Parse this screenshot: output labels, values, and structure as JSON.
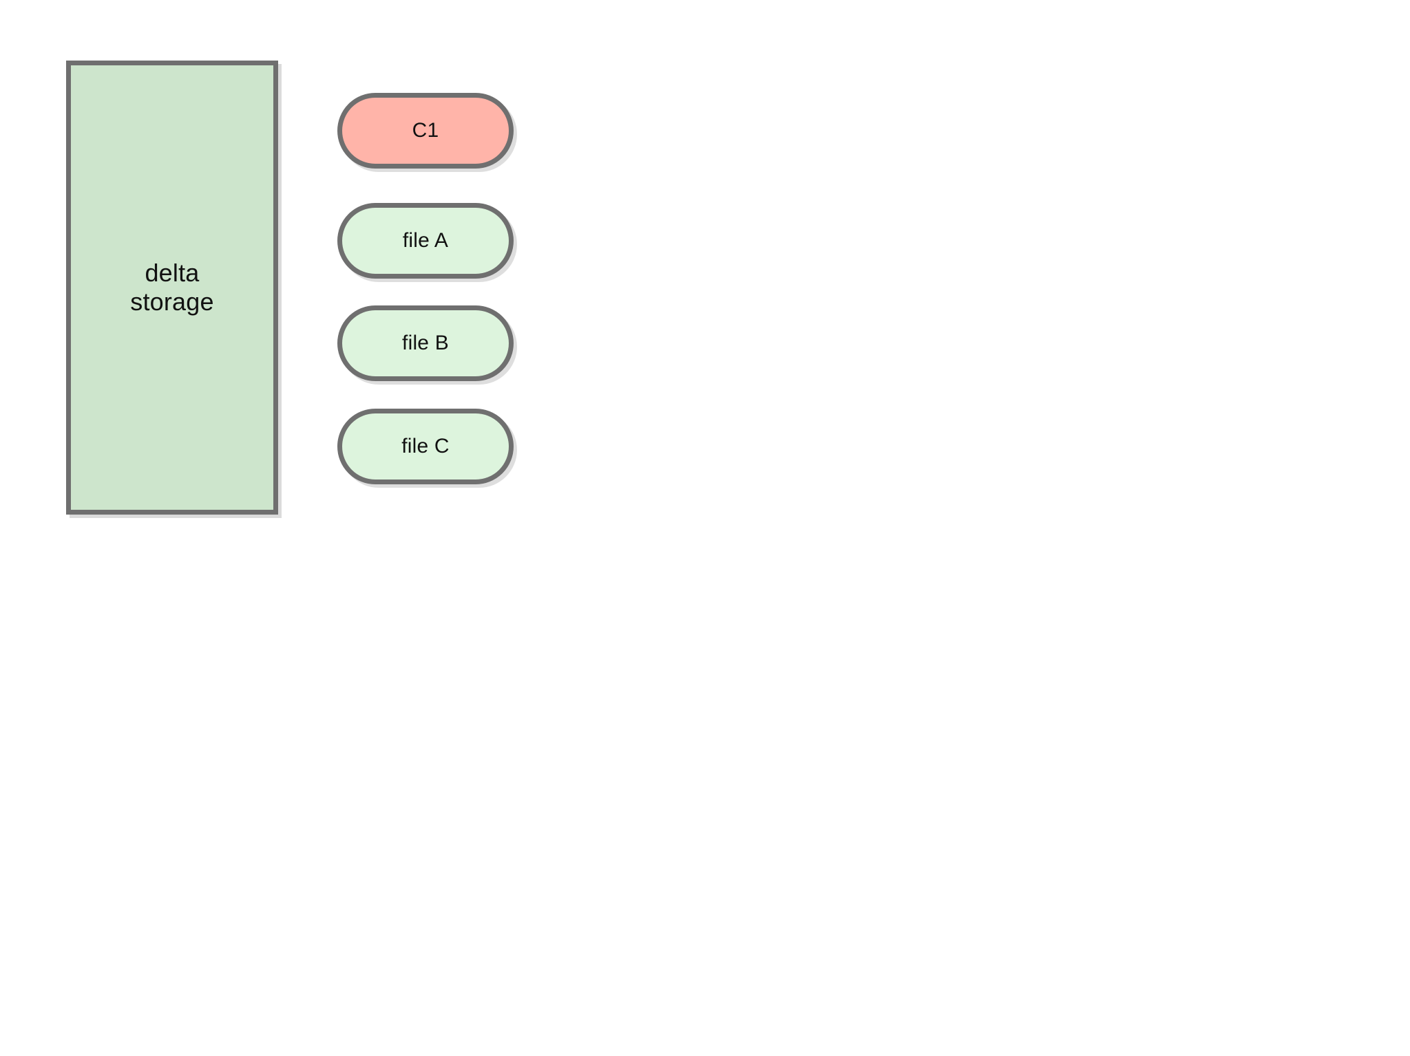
{
  "diagram": {
    "type": "flowchart",
    "background_color": "#ffffff",
    "border_color": "#6f6f6f",
    "nodes": [
      {
        "id": "delta-storage",
        "shape": "rectangle",
        "label": "delta\nstorage",
        "fill_color": "#cde5cc",
        "border_color": "#6f6f6f"
      },
      {
        "id": "c1",
        "shape": "stadium",
        "label": "C1",
        "fill_color": "#ffb4a9",
        "border_color": "#6f6f6f"
      },
      {
        "id": "file-a",
        "shape": "stadium",
        "label": "file A",
        "fill_color": "#ddf4dd",
        "border_color": "#6f6f6f"
      },
      {
        "id": "file-b",
        "shape": "stadium",
        "label": "file B",
        "fill_color": "#ddf4dd",
        "border_color": "#6f6f6f"
      },
      {
        "id": "file-c",
        "shape": "stadium",
        "label": "file C",
        "fill_color": "#ddf4dd",
        "border_color": "#6f6f6f"
      }
    ],
    "edges": []
  }
}
